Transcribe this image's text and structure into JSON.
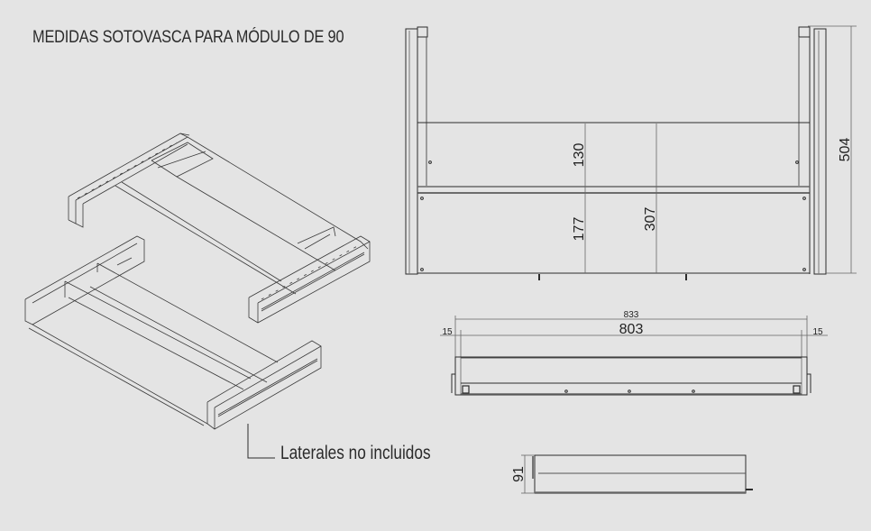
{
  "title": "MEDIDAS SOTOVASCA PARA MÓDULO DE 90",
  "note": {
    "label": "Laterales no incluidos"
  },
  "front_view": {
    "dimensions": {
      "upper_height": "130",
      "lower_height": "177",
      "inner_total": "307",
      "total_height": "504"
    }
  },
  "top_view": {
    "dimensions": {
      "outer_width": "833",
      "inner_width": "803",
      "left_offset": "15",
      "right_offset": "15"
    }
  },
  "side_view": {
    "dimensions": {
      "height": "91"
    }
  },
  "colors": {
    "background": "#e4e4e4",
    "line": "#2b2b2b",
    "thin_line": "#6a6a6a"
  }
}
